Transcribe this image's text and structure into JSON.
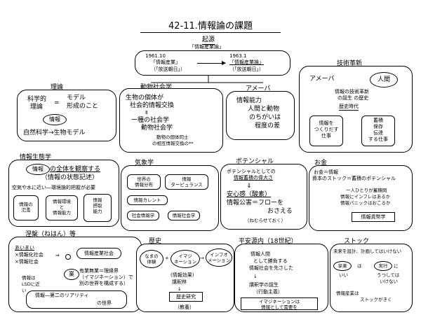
{
  "title": "42-11.情報論の課題",
  "origin": {
    "head": "起源",
    "sub": "「情報産業論」",
    "year1": "1961.10",
    "work1a": "「情報産業」",
    "work1b": "（「放送朝日」）",
    "year2": "1963.1",
    "work2a": "「情報産業論」",
    "work2b": "（「放送朝日」）"
  },
  "tech": {
    "head": "技術革新",
    "ameba": "アメーバ",
    "human": "人間",
    "l1": "情報の技術革新",
    "l2": "の誕生 の歴史",
    "era": "歴史時代",
    "b1": [
      "情報を",
      "つくりだす",
      "仕事"
    ],
    "b2": [
      "蓄積",
      "保存",
      "伝達",
      "する仕事"
    ]
  },
  "theory": {
    "head": "理論",
    "l1": "科学的",
    "l2": "理論",
    "eq": "=",
    "r1": "モデル",
    "r2": "形成のこと",
    "info": "情報",
    "bottom": "自然科学→生物モデル"
  },
  "animal": {
    "head": "動物社会学",
    "l1": "生物の個体が",
    "l2": "社会的情報交換",
    "eq": "Ⅱ",
    "l3": "一種の社会学",
    "l4": "動物社会学",
    "l5": "動物の個体同士",
    "l6": "の相互情報交換の**"
  },
  "ameba": {
    "head": "アメーバ",
    "l1": "情報能力",
    "l2": "人間と動物",
    "l3": "のちがいは",
    "l4": "程度の差"
  },
  "infoLife": {
    "head": "情報生態学",
    "l1a": "情報",
    "l1b": "の全体を観察する",
    "l2": "（情報の状態記述）",
    "l3": "空気や水に近い―環境論的把握が必要",
    "b1": [
      "情報の",
      "氾濫"
    ],
    "b2": [
      "情報環境",
      "と",
      "情報能力"
    ],
    "b3": [
      "情報",
      "摂取",
      "能力"
    ]
  },
  "weather": {
    "head": "気象学",
    "c1": [
      "世界の",
      "情報分布"
    ],
    "c2": [
      "情報",
      "ターピュランス"
    ],
    "c3": "情報カレント",
    "c4": "社会情報学",
    "c5": "情報社会学"
  },
  "potential": {
    "head": "ポテンシャル",
    "l1": "ポテンシャルとしての",
    "l2": "情報蓄積の偉大さ",
    "arrow": "⇓",
    "l3": "安心感（酸素）",
    "l4": "情報公害＝フローを",
    "l5": "おさえる",
    "l6": "（ねむらせておく）"
  },
  "money": {
    "head": "お金",
    "l1": "お金＝情報",
    "l2": "資本のストック＝蓄積のポテンシャル",
    "l3": "一人ひとりが蓄積問",
    "l4": "情報にインフレはあるか",
    "l5": "情報パニックはおこるか",
    "box": "情報貨幣学"
  },
  "nirvana": {
    "head": "涅槃（ねはん）等",
    "a1": "あいまい",
    "a2": "×情報化社会",
    "a3": "×情報社会",
    "box1": "情報産業社会",
    "oval": "業",
    "r1": "有業無業＝理縁界",
    "r2": "（イマジネーション）で",
    "r3": "別の世界を構成する）",
    "l1": "情報は",
    "l2": "LSDに近",
    "l3": "い",
    "bottom1": "情報―第二のリアリティ",
    "bottom2": "の世界"
  },
  "history": {
    "head": "歴史",
    "o1": [
      "なまの",
      "体験"
    ],
    "plus": "+",
    "o2": [
      "イマジ",
      "ネーション"
    ],
    "arrow": "→",
    "o3": [
      "インフオ",
      "メーション"
    ],
    "mid1": "(情報効果)",
    "mid2": "講釈林",
    "box": "歴史研究",
    "bottom": "（教養）"
  },
  "heian": {
    "head": "平安源内（18世紀）",
    "l1": "情報人間",
    "l2": "として勝負する",
    "l3": "情報社会を先さした",
    "l4": "講釈学の誕生",
    "l5": "（行動主義）",
    "b1": "イマジネーションは",
    "b2": "情報として需要を"
  },
  "stock": {
    "head": "ストック",
    "l1": "未来を設計、計画してはいけない",
    "o1": "享楽",
    "o2": "実行",
    "l2a": "いい",
    "l2b": "は",
    "l2c": "に",
    "l3": "うつしては",
    "l4": "いけない",
    "l5": "情報産業は",
    "l6": "ストックがきく"
  }
}
